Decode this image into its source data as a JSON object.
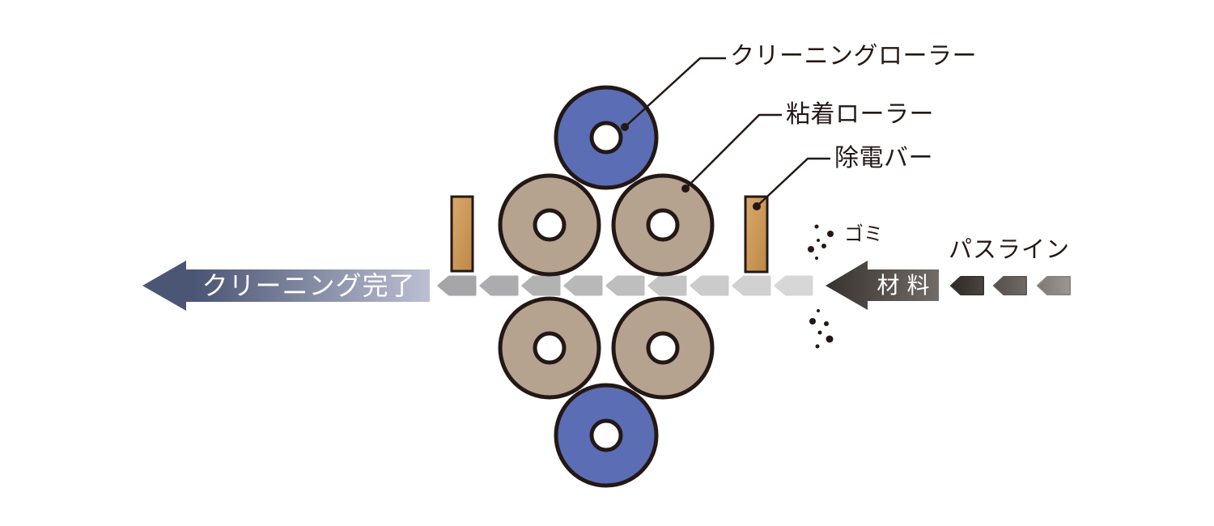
{
  "labels": {
    "cleaning_roller": "クリーニングローラー",
    "adhesive_roller": "粘着ローラー",
    "static_eliminator_bar": "除電バー",
    "dust": "ゴミ",
    "pass_line": "パスライン",
    "material": "材 料",
    "cleaning_complete": "クリーニング完了"
  },
  "colors": {
    "line": "#231815",
    "cleaning_roller_blue": "#5b6db4",
    "adhesive_roller_tan": "#b5a390",
    "bar_orange_light": "#d9a96c",
    "bar_orange_dark": "#bd8847",
    "big_arrow_dark": "#4b5574",
    "big_arrow_light": "#bcc0d2",
    "material_arrow_dark": "#38322e",
    "material_arrow_light": "#716c68",
    "passline_chevron_dark": "#a6a6a8",
    "passline_chevron_light": "#d7d7d7",
    "label_text_white": "#ffffff"
  }
}
